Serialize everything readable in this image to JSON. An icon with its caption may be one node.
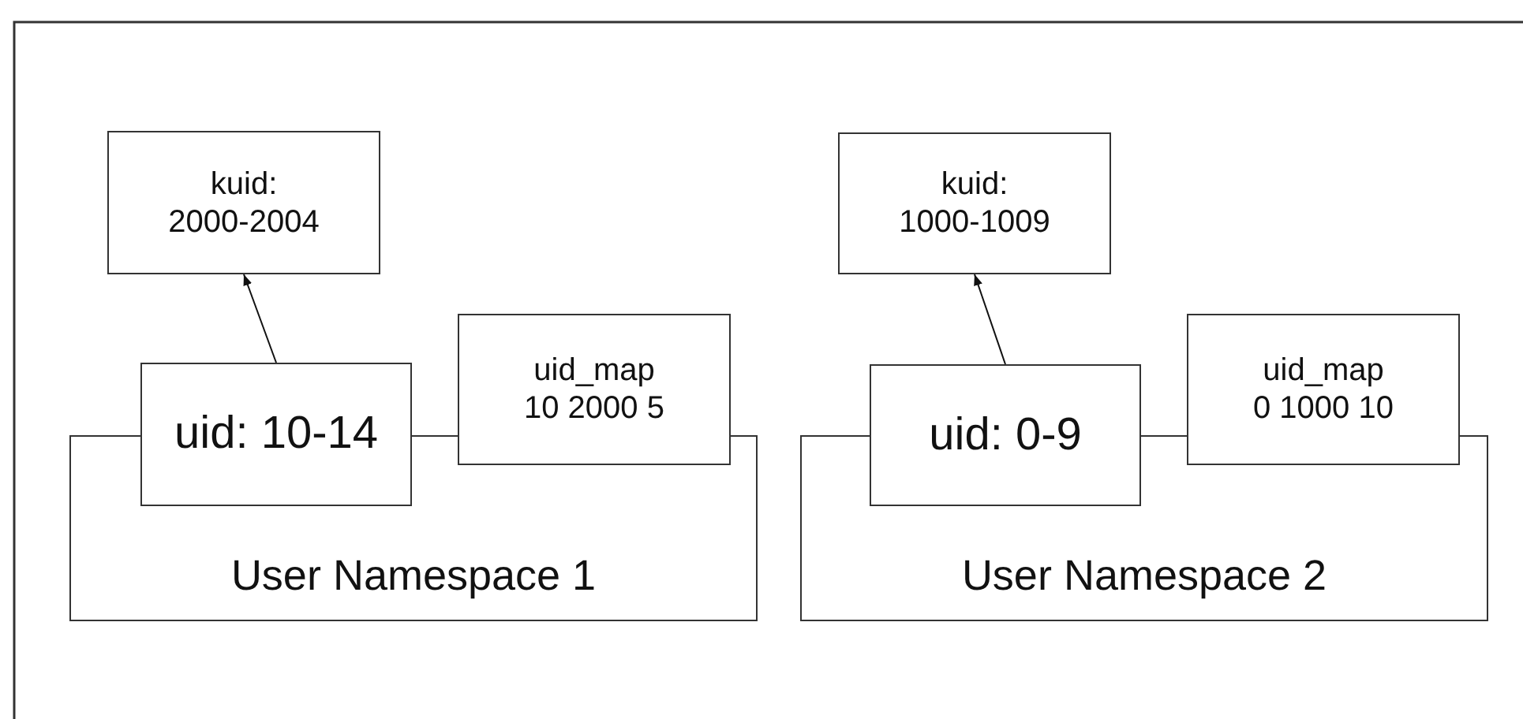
{
  "diagram": {
    "nodes": [
      {
        "text": [
          "User Namespace 1"
        ]
      },
      {
        "text": [
          "kuid:",
          "2000-2004"
        ]
      },
      {
        "text": [
          "uid: 10-14"
        ]
      },
      {
        "text": [
          "uid_map",
          "10 2000 5"
        ]
      },
      {
        "text": [
          "User Namespace 2"
        ]
      },
      {
        "text": [
          "kuid:",
          "1000-1009"
        ]
      },
      {
        "text": [
          "uid: 0-9"
        ]
      },
      {
        "text": [
          "uid_map",
          "0 1000 10"
        ]
      }
    ],
    "edges": [
      {
        "from": 2,
        "to": 1,
        "arrow": "to"
      },
      {
        "from": 6,
        "to": 5,
        "arrow": "to"
      }
    ]
  }
}
